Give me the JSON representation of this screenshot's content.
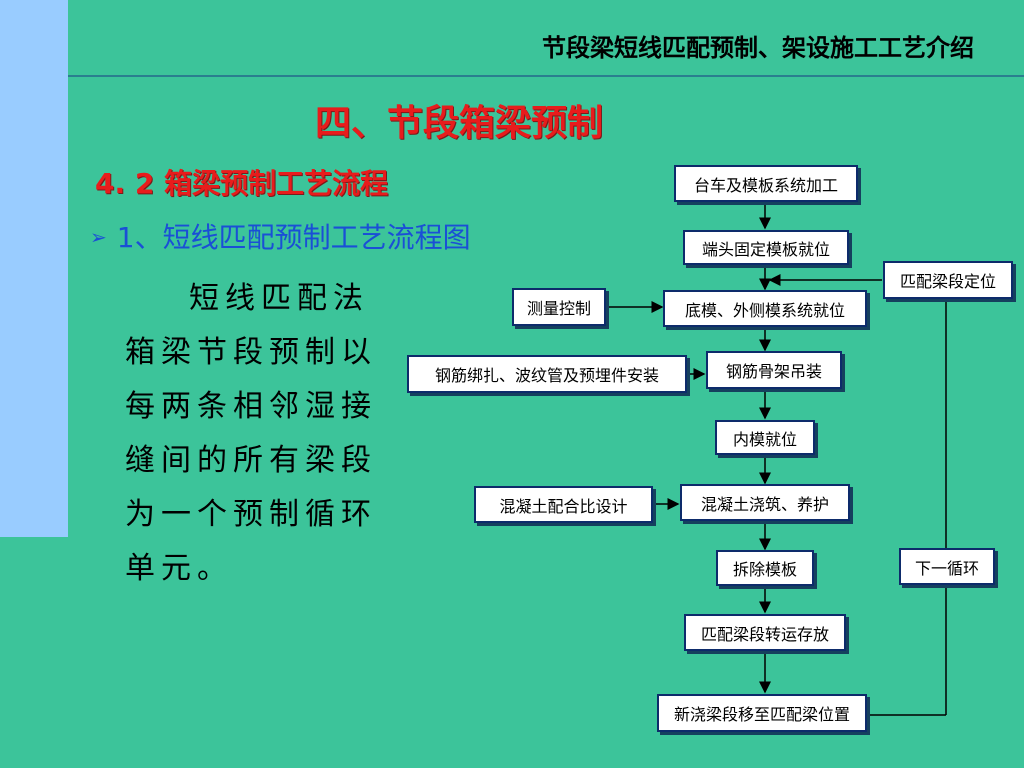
{
  "header": {
    "title": "节段梁短线匹配预制、架设施工工艺介绍"
  },
  "main_title": "四、节段箱梁预制",
  "section_title": "4. 2  箱梁预制工艺流程",
  "bullet": {
    "marker": "➢",
    "text": "1、短线匹配预制工艺流程图"
  },
  "body_text": "短线匹配法箱梁节段预制以每两条相邻湿接缝间的所有梁段为一个预制循环单元。",
  "flow": {
    "main_steps": [
      "台车及模板系统加工",
      "端头固定模板就位",
      "底模、外侧模系统就位",
      "钢筋骨架吊装",
      "内模就位",
      "混凝土浇筑、养护",
      "拆除模板",
      "匹配梁段转运存放",
      "新浇梁段移至匹配梁位置"
    ],
    "side_inputs": [
      "测量控制",
      "钢筋绑扎、波纹管及预埋件安装",
      "混凝土配合比设计"
    ],
    "loop": {
      "position_label": "匹配梁段定位",
      "next_label": "下一循环"
    }
  }
}
